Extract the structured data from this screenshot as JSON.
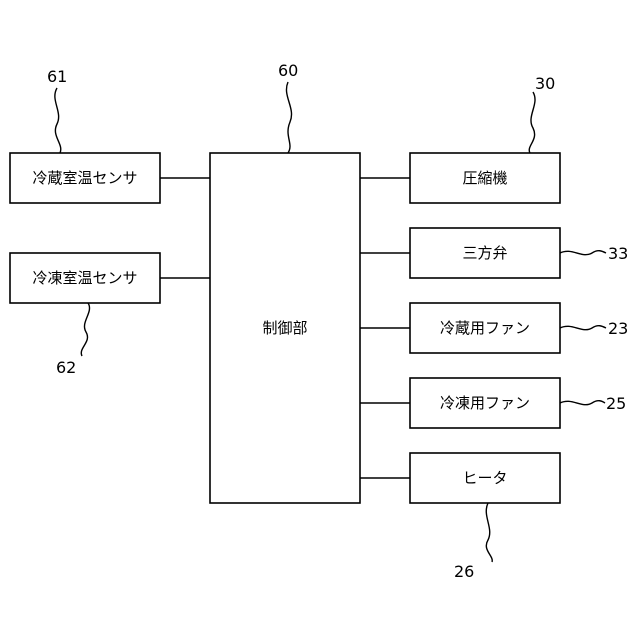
{
  "diagram": {
    "controller": {
      "label": "制御部",
      "ref": "60"
    },
    "sensors": [
      {
        "label": "冷蔵室温センサ",
        "ref": "61"
      },
      {
        "label": "冷凍室温センサ",
        "ref": "62"
      }
    ],
    "outputs": [
      {
        "label": "圧縮機",
        "ref": "30"
      },
      {
        "label": "三方弁",
        "ref": "33"
      },
      {
        "label": "冷蔵用ファン",
        "ref": "23"
      },
      {
        "label": "冷凍用ファン",
        "ref": "25"
      },
      {
        "label": "ヒータ",
        "ref": "26"
      }
    ]
  }
}
